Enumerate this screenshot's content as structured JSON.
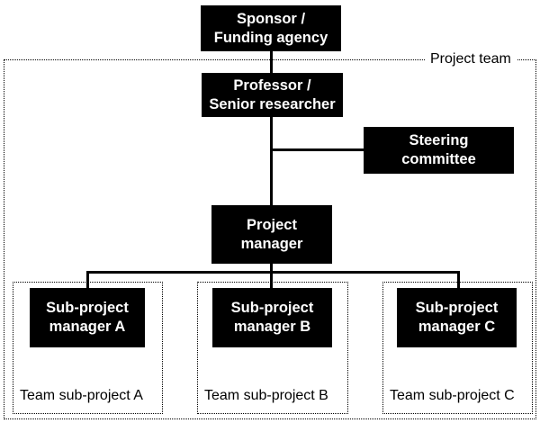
{
  "diagram": {
    "nodes": {
      "sponsor": "Sponsor /\nFunding agency",
      "professor": "Professor /\nSenior researcher",
      "steering": "Steering\ncommittee",
      "project_manager": "Project\nmanager",
      "sub_a": "Sub-project\nmanager A",
      "sub_b": "Sub-project\nmanager B",
      "sub_c": "Sub-project\nmanager C"
    },
    "groups": {
      "project_team": "Project team",
      "team_a": "Team sub-project A",
      "team_b": "Team sub-project B",
      "team_c": "Team sub-project C"
    }
  }
}
